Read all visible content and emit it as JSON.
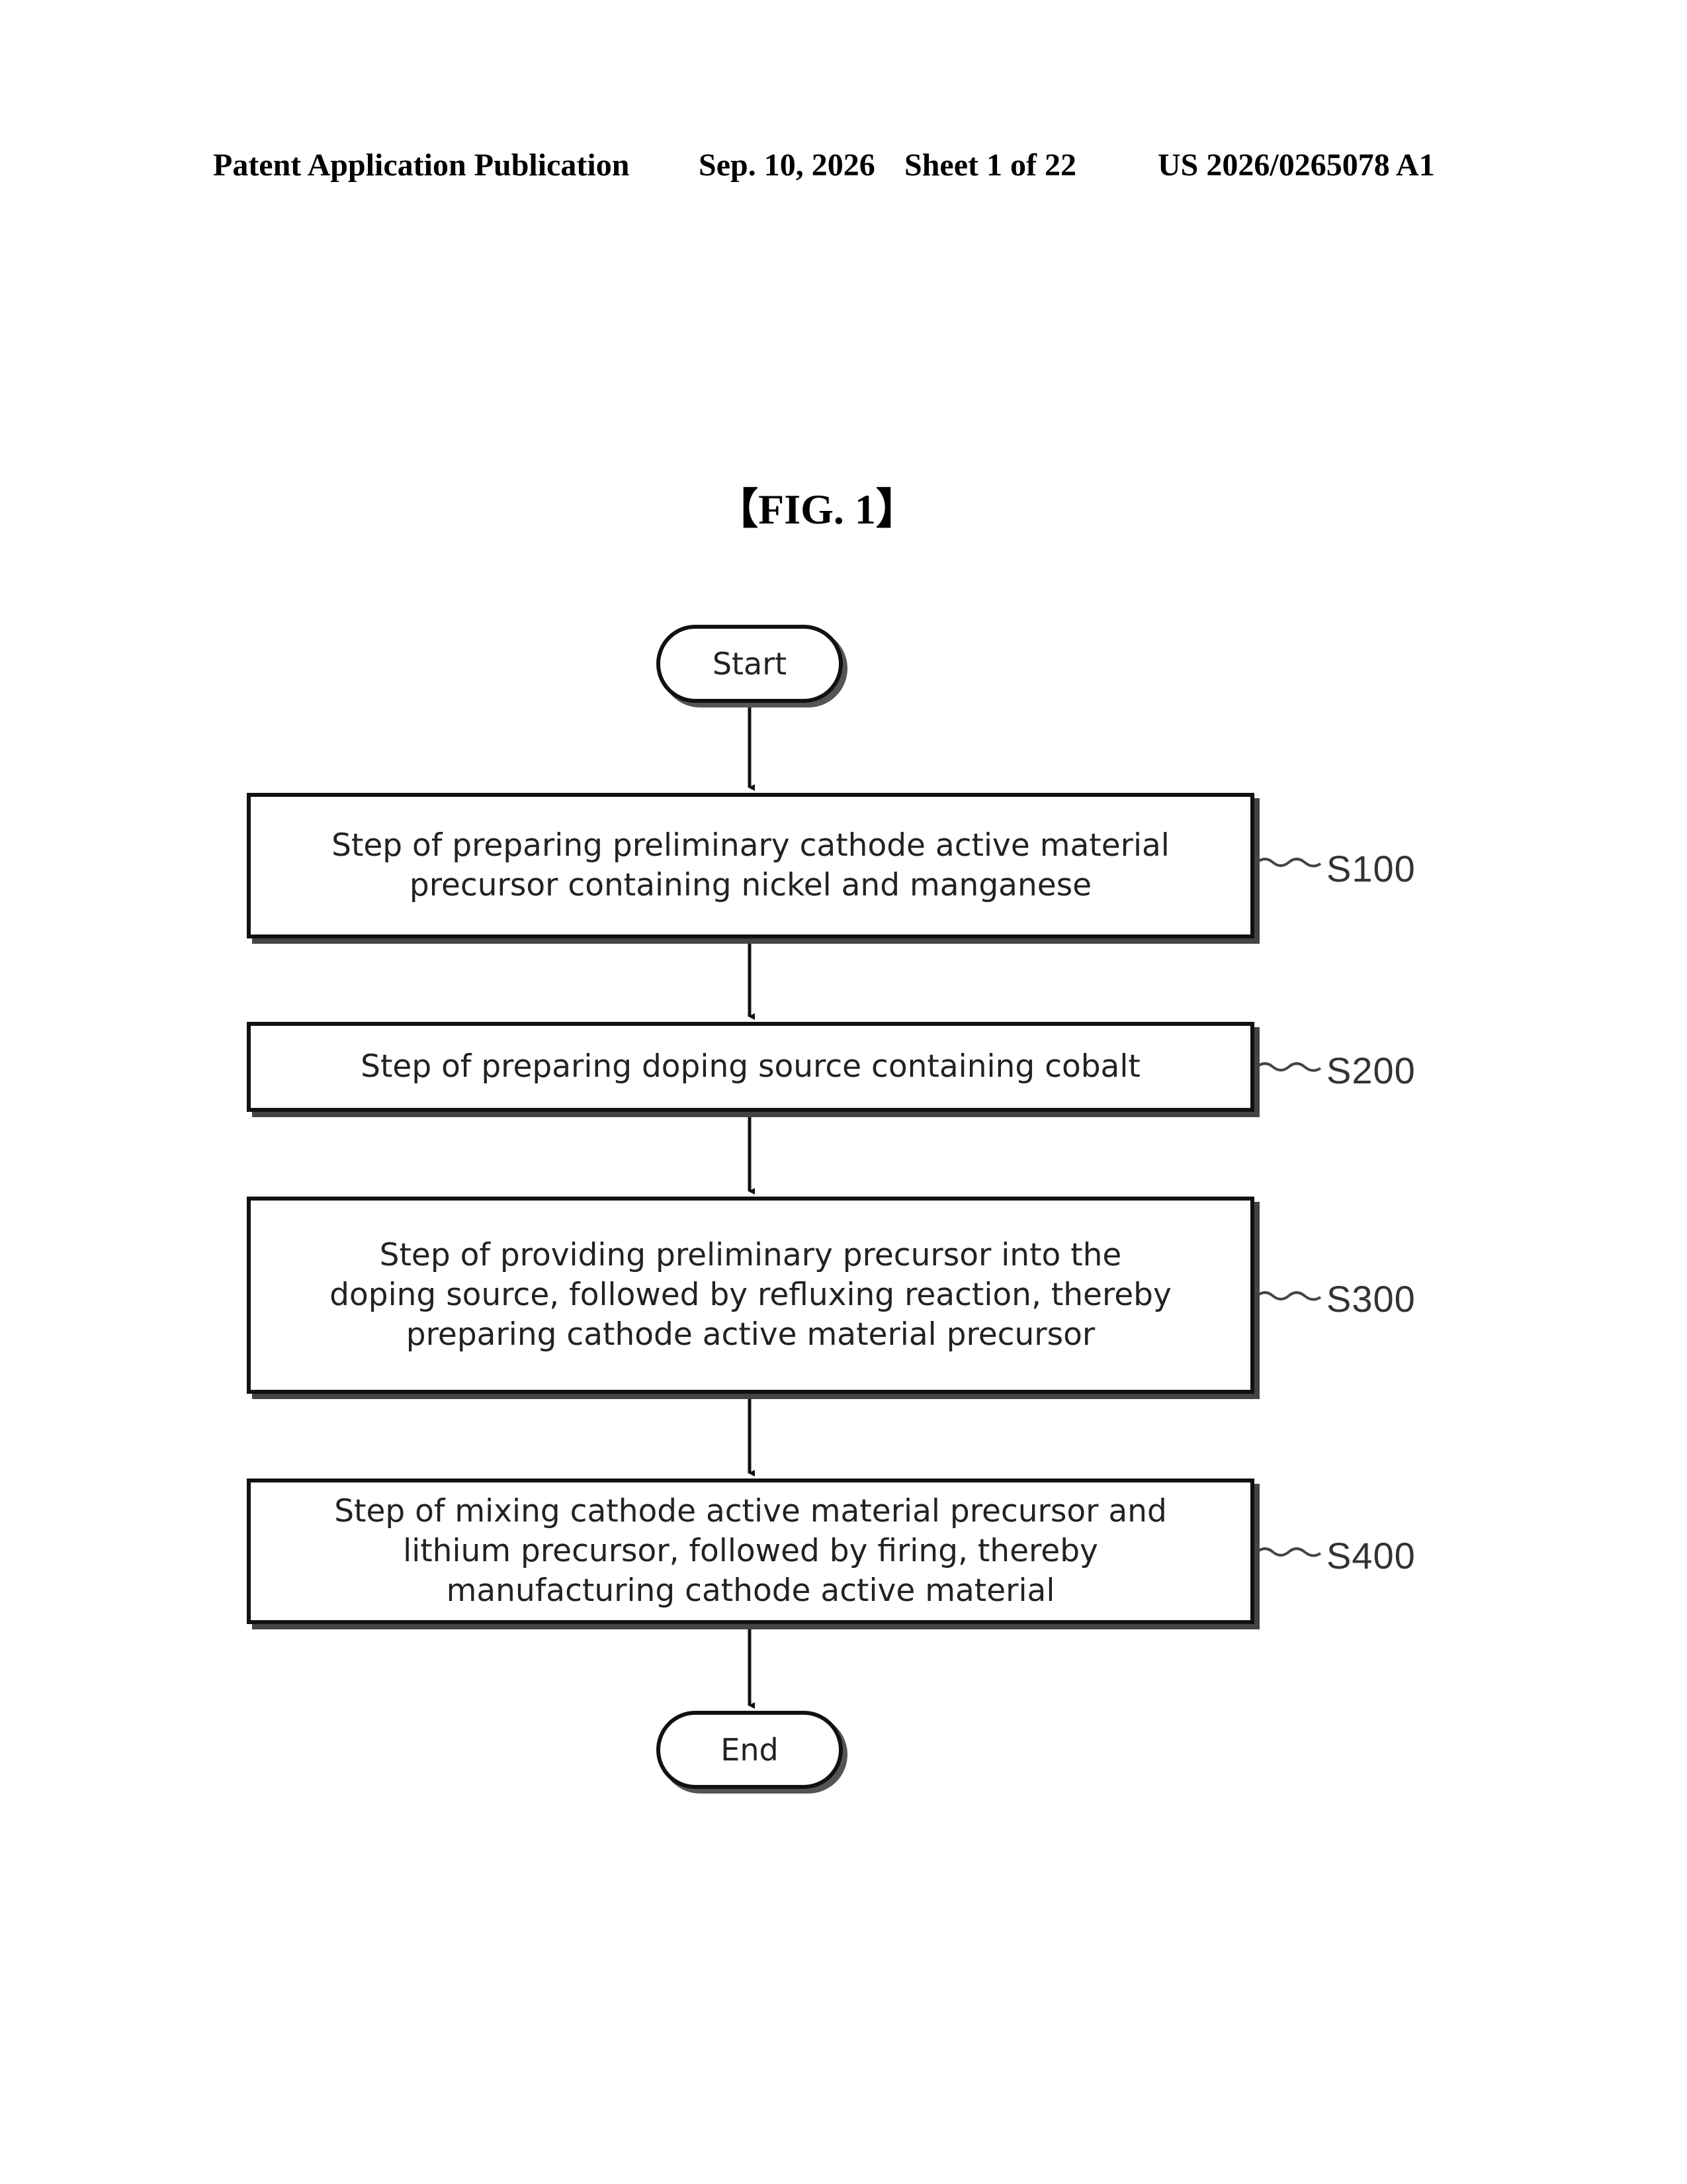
{
  "header": {
    "publication": "Patent Application Publication",
    "date": "Sep. 10, 2026",
    "sheet": "Sheet 1 of 22",
    "number": "US 2026/0265078 A1"
  },
  "figure": {
    "title": "【FIG. 1】"
  },
  "flowchart": {
    "start_label": "Start",
    "end_label": "End",
    "steps": [
      {
        "ref": "S100",
        "text": "Step of preparing preliminary cathode active material precursor containing nickel and manganese"
      },
      {
        "ref": "S200",
        "text": "Step of preparing doping source containing cobalt"
      },
      {
        "ref": "S300",
        "text": "Step of providing preliminary precursor into the doping source, followed by refluxing reaction, thereby preparing cathode active material precursor"
      },
      {
        "ref": "S400",
        "text": "Step of mixing cathode active material precursor and lithium precursor, followed by firing, thereby manufacturing cathode active material"
      }
    ]
  }
}
